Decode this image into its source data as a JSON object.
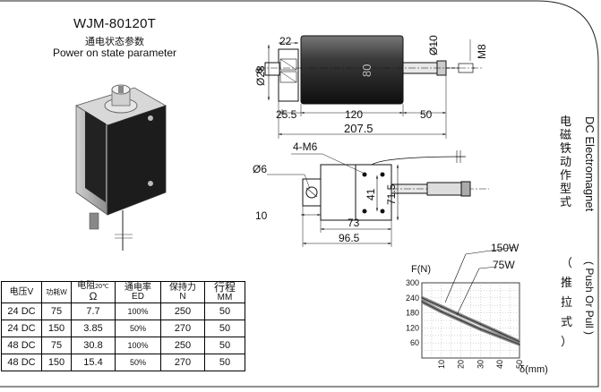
{
  "header": {
    "model": "WJM-80120T",
    "subtitle_cn": "通电状态参数",
    "subtitle_en": "Power on state parameter"
  },
  "side_labels": {
    "cn_title_chars": [
      "电",
      "磁",
      "铁",
      "动",
      "作",
      "型",
      "式"
    ],
    "en_title": "DC Electromagnet",
    "push_pull_en": "( Push Or Pull )",
    "push_pull_cn_chars": [
      "（",
      "推",
      "拉",
      "式",
      "）"
    ]
  },
  "top_drawing": {
    "dims": [
      "22",
      "Ø28",
      "8",
      "80",
      "Ø10",
      "M8",
      "25.5",
      "120",
      "50",
      "207.5"
    ]
  },
  "mid_drawing": {
    "dims": [
      "4-M6",
      "Ø6",
      "41",
      "71.5",
      "10",
      "73",
      "96.5"
    ]
  },
  "spec_table": {
    "headers": [
      {
        "main": "电压V",
        "sub": ""
      },
      {
        "main": "功耗W",
        "sub": ""
      },
      {
        "main": "电阻",
        "sub": "20℃",
        "unit": "Ω"
      },
      {
        "main": "通电率",
        "sub": "",
        "unit": "ED"
      },
      {
        "main": "保持力",
        "sub": "",
        "unit": "N"
      },
      {
        "main": "行程",
        "sub": "",
        "unit": "MM"
      }
    ],
    "rows": [
      [
        "24 DC",
        "75",
        "7.7",
        "100%",
        "250",
        "50"
      ],
      [
        "24 DC",
        "150",
        "3.85",
        "50%",
        "270",
        "50"
      ],
      [
        "48 DC",
        "75",
        "30.8",
        "100%",
        "250",
        "50"
      ],
      [
        "48 DC",
        "150",
        "15.4",
        "50%",
        "270",
        "50"
      ]
    ]
  },
  "chart_data": {
    "type": "line",
    "xlabel": "δ(mm)",
    "ylabel": "F(N)",
    "x_ticks": [
      10,
      20,
      30,
      40,
      50
    ],
    "y_ticks": [
      300,
      240,
      180,
      120,
      60
    ],
    "xlim": [
      0,
      50
    ],
    "ylim": [
      0,
      300
    ],
    "grid": true,
    "series": [
      {
        "name": "150W",
        "x": [
          0,
          10,
          20,
          30,
          40,
          50
        ],
        "y": [
          240,
          205,
          170,
          135,
          100,
          65
        ]
      },
      {
        "name": "75W",
        "x": [
          0,
          10,
          20,
          30,
          40,
          50
        ],
        "y": [
          225,
          185,
          150,
          115,
          85,
          55
        ]
      }
    ]
  }
}
